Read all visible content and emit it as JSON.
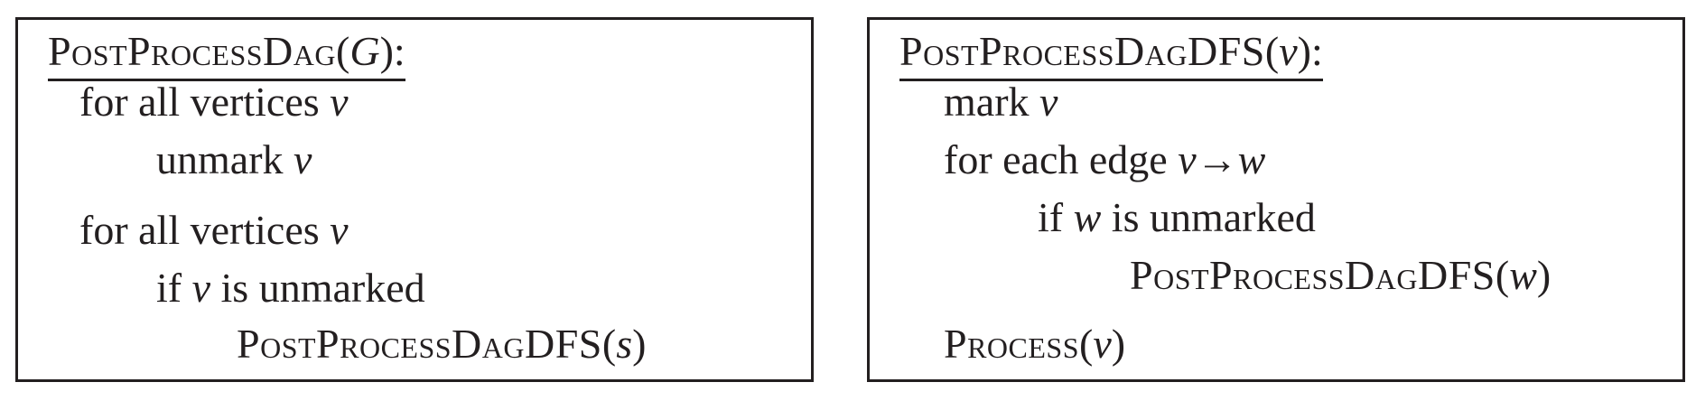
{
  "left_box": {
    "title": {
      "name": "PostProcessDag",
      "open": "(",
      "param": "G",
      "close": "):"
    },
    "lines": [
      {
        "text": "for all vertices ",
        "var": "v"
      },
      {
        "text": "unmark ",
        "var": "v"
      },
      {
        "text": "for all vertices ",
        "var": "v"
      },
      {
        "pre": "if ",
        "var": "v",
        "post": " is unmarked"
      },
      {
        "call": "PostProcessDagDFS",
        "open": "(",
        "arg": "s",
        "close": ")"
      }
    ]
  },
  "right_box": {
    "title": {
      "name": "PostProcessDagDFS",
      "open": "(",
      "param": "v",
      "close": "):"
    },
    "lines": [
      {
        "text": "mark ",
        "var": "v"
      },
      {
        "text": "for each edge ",
        "expr": "v→w"
      },
      {
        "pre": "if ",
        "var": "w",
        "post": " is unmarked"
      },
      {
        "call": "PostProcessDagDFS",
        "open": "(",
        "arg": "w",
        "close": ")"
      },
      {
        "call": "Process",
        "open": "(",
        "arg": "v",
        "close": ")"
      }
    ]
  }
}
